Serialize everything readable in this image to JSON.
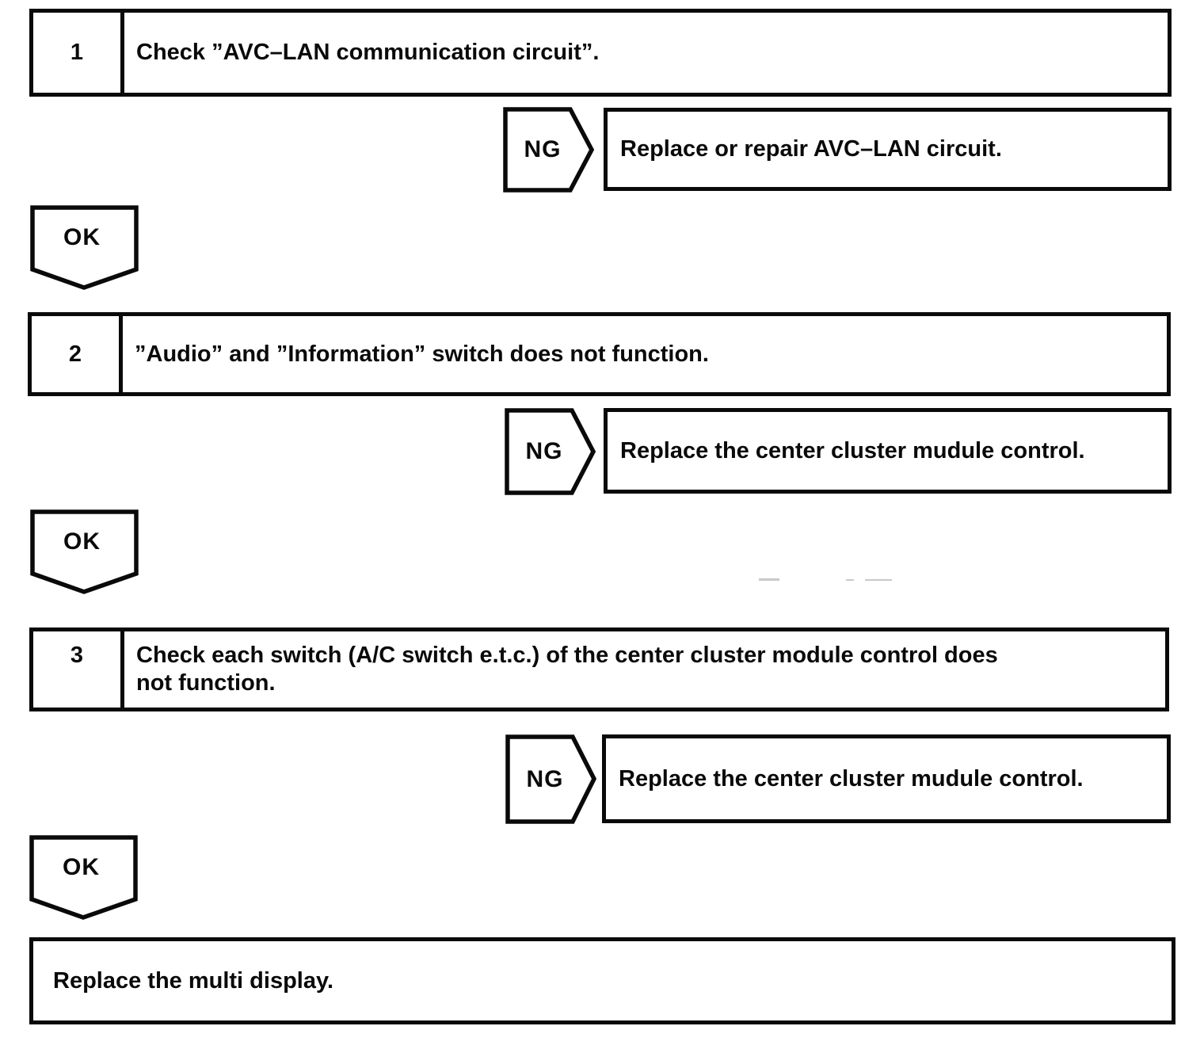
{
  "flowchart": {
    "steps": [
      {
        "number": "1",
        "instruction": "Check ”AVC–LAN communication circuit”.",
        "ng_label": "NG",
        "ng_action": "Replace or repair AVC–LAN circuit.",
        "ok_label": "OK"
      },
      {
        "number": "2",
        "instruction": "”Audio” and ”Information” switch does not function.",
        "ng_label": "NG",
        "ng_action": "Replace the center cluster mudule control.",
        "ok_label": "OK"
      },
      {
        "number": "3",
        "instruction": "Check each switch (A/C switch e.t.c.) of the center cluster module control does\nnot function.",
        "ng_label": "NG",
        "ng_action": "Replace the center cluster mudule control.",
        "ok_label": "OK"
      }
    ],
    "final_action": "Replace the multi display."
  },
  "colors": {
    "ink": "#0a0a0a",
    "paper": "#ffffff"
  }
}
